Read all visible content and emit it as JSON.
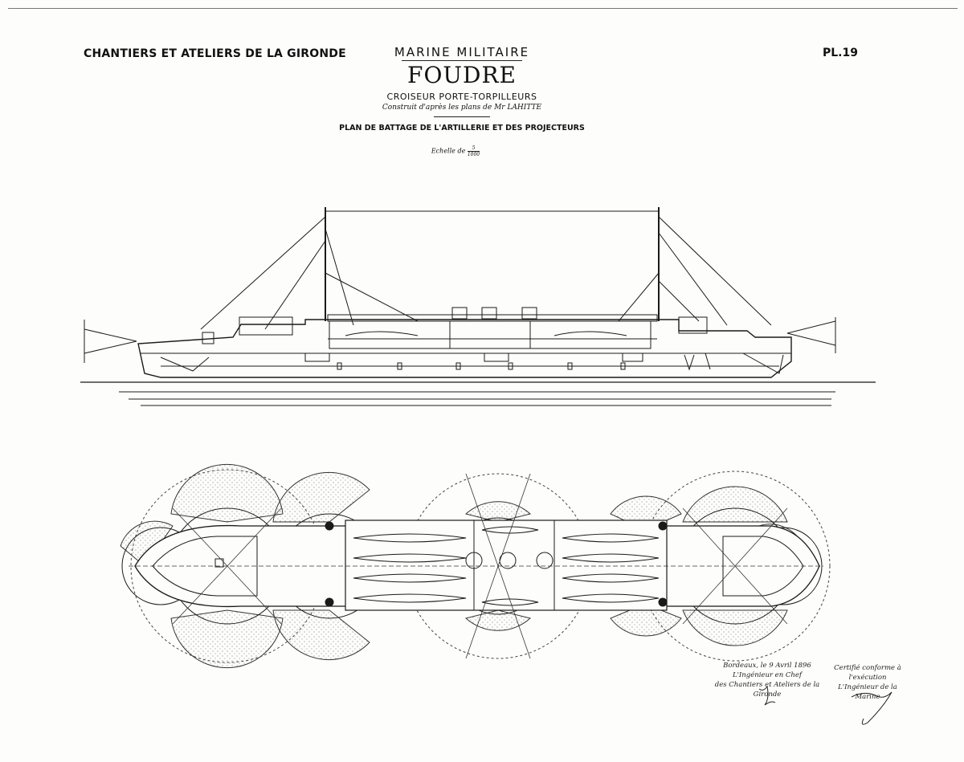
{
  "header": {
    "yard": "CHANTIERS ET ATELIERS DE LA GIRONDE",
    "navy": "MARINE MILITAIRE",
    "ship_name": "FOUDRE",
    "ship_type": "CROISEUR PORTE-TORPILLEURS",
    "built_after": "Construit d'après les plans de Mr LAHITTE",
    "plan_title": "PLAN DE BATTAGE DE L'ARTILLERIE ET DES PROJECTEURS",
    "scale_label": "Echelle de",
    "scale_num": "5",
    "scale_den": "1000",
    "plate": "PL.19"
  },
  "signatures": {
    "left": {
      "line1": "Bordeaux, le 9 Avril 1896",
      "line2": "L'Ingénieur en Chef",
      "line3": "des Chantiers et Ateliers de la Gironde"
    },
    "right": {
      "line1": "Certifié conforme à l'exécution",
      "line2": "L'Ingénieur de la Marine"
    }
  },
  "colors": {
    "ink": "#1a1a1a",
    "paper": "#fdfdfb",
    "stipple": "#555555"
  }
}
